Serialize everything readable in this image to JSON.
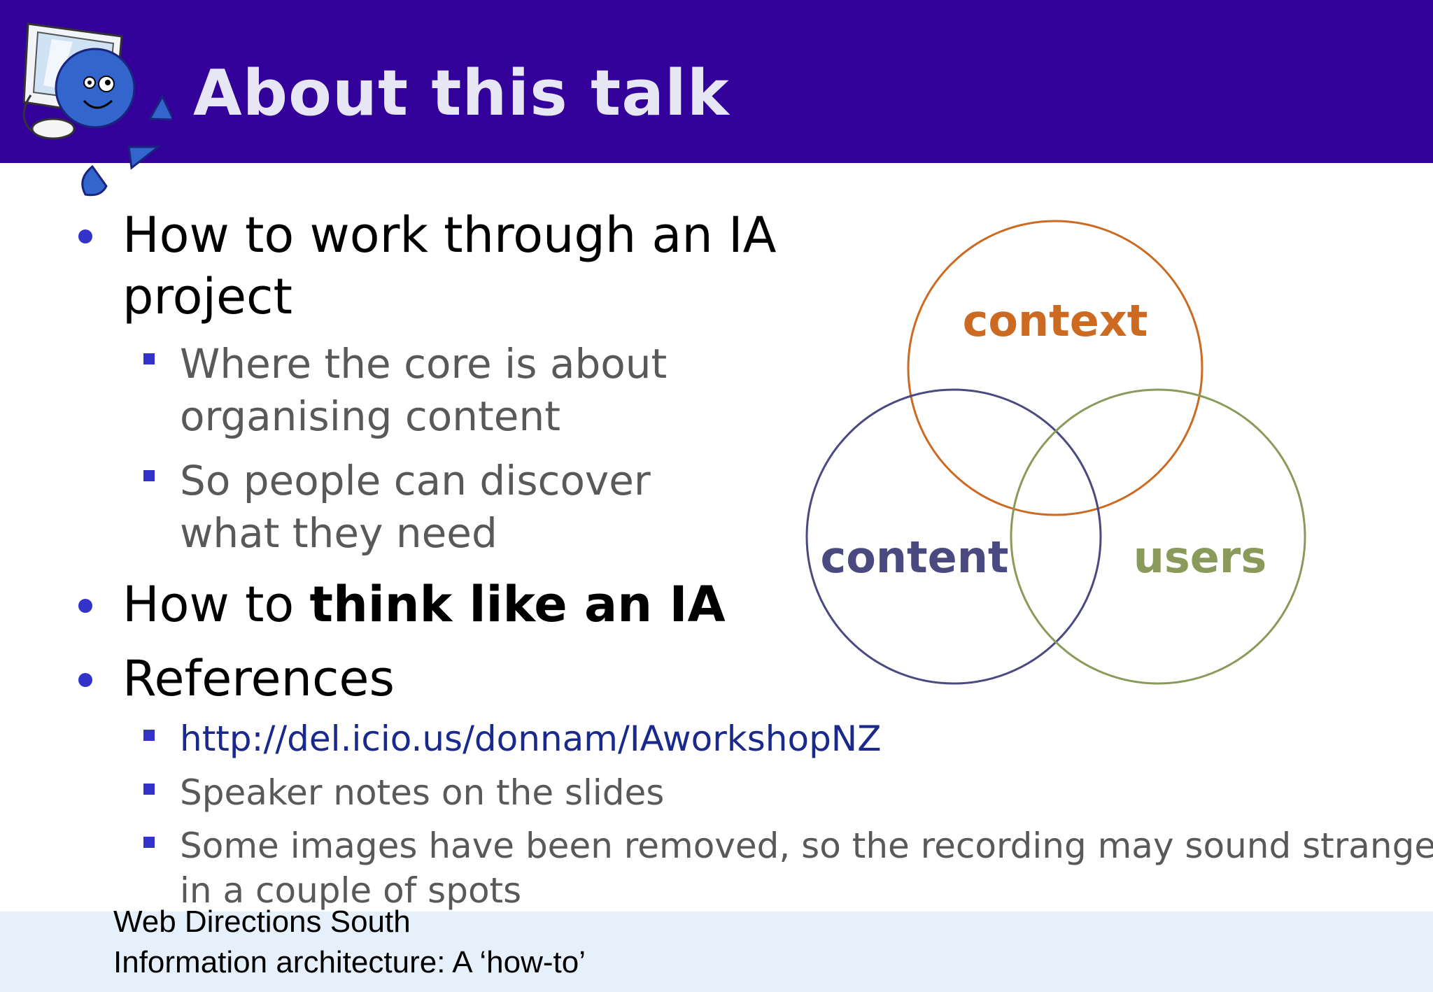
{
  "slide": {
    "title": "About this talk"
  },
  "bullets": {
    "b1": "How to work through an IA",
    "b1_cont": "project",
    "b1_sub1": "Where the core is about",
    "b1_sub1_cont": "organising content",
    "b1_sub2": "So people can discover",
    "b1_sub2_cont": "what they need",
    "b2_pre": "How to ",
    "b2_bold": "think like an IA",
    "b3": "References",
    "b3_sub1": "http://del.icio.us/donnam/IAworkshopNZ",
    "b3_sub2": "Speaker notes on the slides",
    "b3_sub3": "Some images have been removed, so the recording may sound strange",
    "b3_sub3_cont": "in a couple of spots"
  },
  "venn": {
    "labels": [
      "context",
      "content",
      "users"
    ],
    "colors": {
      "context": "#cc6a22",
      "content": "#4a4a80",
      "users": "#8a9a5a",
      "bullet": "#3333cc",
      "header": "#330099"
    }
  },
  "footer": {
    "line1": "Web Directions South",
    "line2": "Information architecture: A ‘how-to’"
  },
  "icons": [
    "computer-mascot-icon"
  ]
}
